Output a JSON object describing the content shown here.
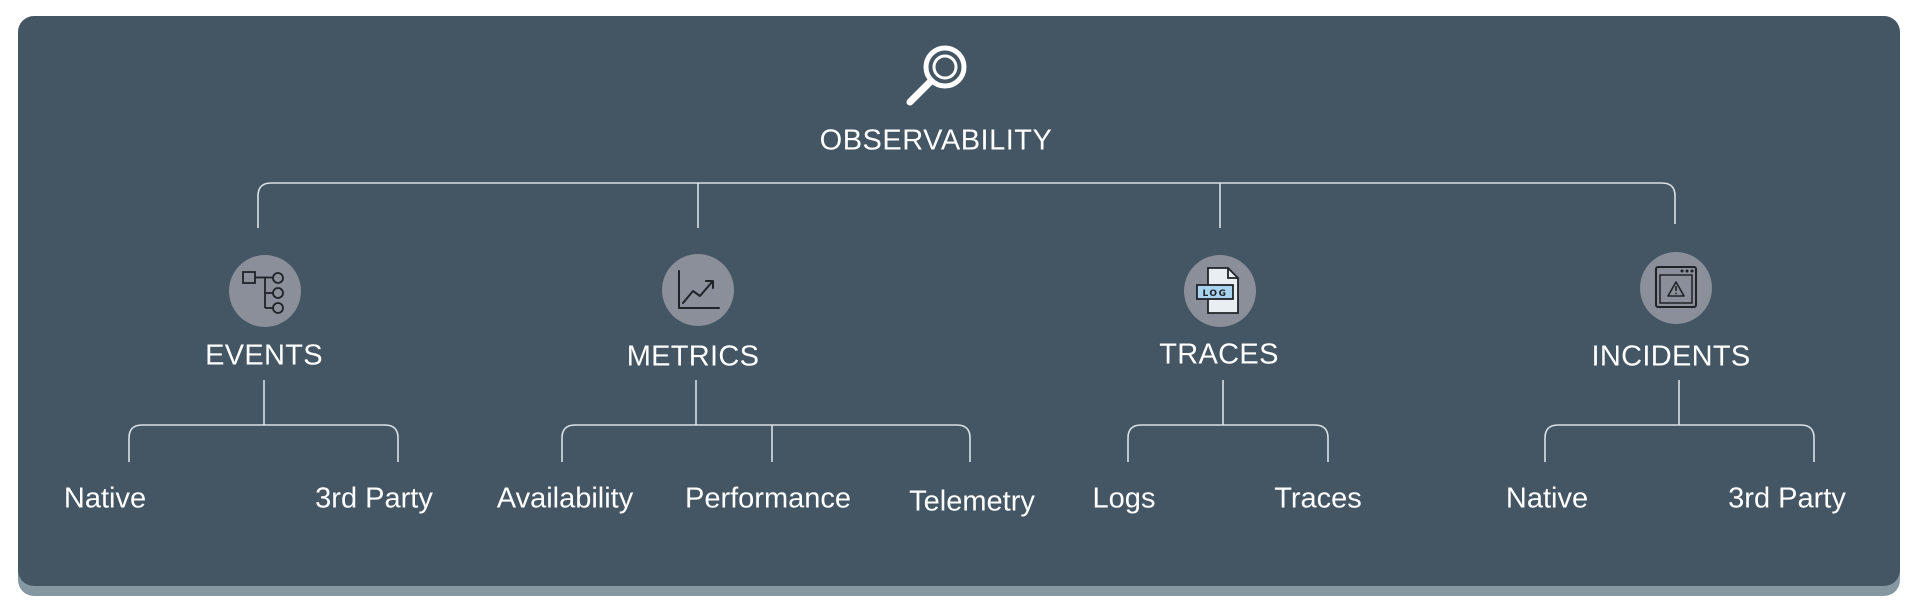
{
  "root": {
    "label": "OBSERVABILITY",
    "icon": "magnifier-icon"
  },
  "categories": [
    {
      "label": "EVENTS",
      "icon": "flowchart-icon",
      "children": [
        "Native",
        "3rd Party"
      ]
    },
    {
      "label": "METRICS",
      "icon": "line-chart-icon",
      "children": [
        "Availability",
        "Performance",
        "Telemetry"
      ]
    },
    {
      "label": "TRACES",
      "icon": "log-file-icon",
      "icon_text": "LOG",
      "children": [
        "Logs",
        "Traces"
      ]
    },
    {
      "label": "INCIDENTS",
      "icon": "alert-window-icon",
      "children": [
        "Native",
        "3rd Party"
      ]
    }
  ],
  "colors": {
    "panel": "#445664",
    "panel_shadow": "#8597a1",
    "badge": "#8a8f9a",
    "text": "#ffffff",
    "line": "#d9e1e6",
    "log_tag": "#a9d4f0"
  }
}
